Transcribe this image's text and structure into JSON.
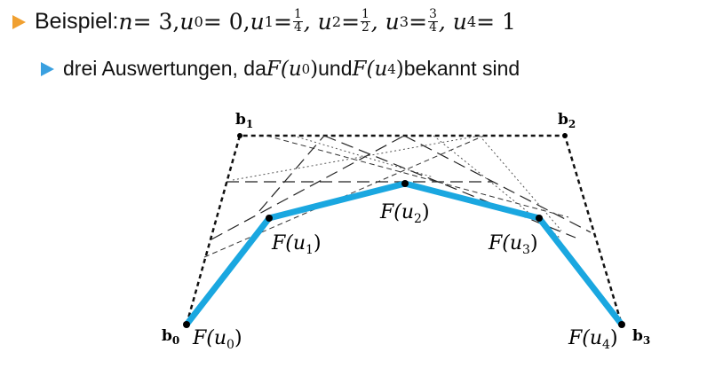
{
  "bullet1": {
    "prefix": "Beispiel: ",
    "n_var": "n",
    "n_val": " = 3, ",
    "u0": "u",
    "u0_sub": "0",
    "u0_val": " = 0, ",
    "u1": "u",
    "u1_sub": "1",
    "u1_eq": " = ",
    "u1_num": "1",
    "u1_den": "4",
    "u2": ", u",
    "u2_sub": "2",
    "u2_eq": " = ",
    "u2_num": "1",
    "u2_den": "2",
    "u3": ", u",
    "u3_sub": "3",
    "u3_eq": " = ",
    "u3_num": "3",
    "u3_den": "4",
    "u4": ", u",
    "u4_sub": "4",
    "u4_val": " = 1"
  },
  "bullet2": {
    "text_a": "drei Auswertungen, da ",
    "f0": "F(u",
    "f0_sub": "0",
    "f0_close": ")",
    "und": " und ",
    "f4": "F(u",
    "f4_sub": "4",
    "f4_close": ")",
    "text_b": " bekannt sind"
  },
  "diagram": {
    "control_points": [
      {
        "label": "b",
        "sub": "0"
      },
      {
        "label": "b",
        "sub": "1"
      },
      {
        "label": "b",
        "sub": "2"
      },
      {
        "label": "b",
        "sub": "3"
      }
    ],
    "curve_points": [
      {
        "label": "F(u",
        "sub": "0",
        "close": ")"
      },
      {
        "label": "F(u",
        "sub": "1",
        "close": ")"
      },
      {
        "label": "F(u",
        "sub": "2",
        "close": ")"
      },
      {
        "label": "F(u",
        "sub": "3",
        "close": ")"
      },
      {
        "label": "F(u",
        "sub": "4",
        "close": ")"
      }
    ],
    "colors": {
      "polyline": "#1aa7e0",
      "control": "#111111",
      "accent": "#f0a030"
    }
  }
}
